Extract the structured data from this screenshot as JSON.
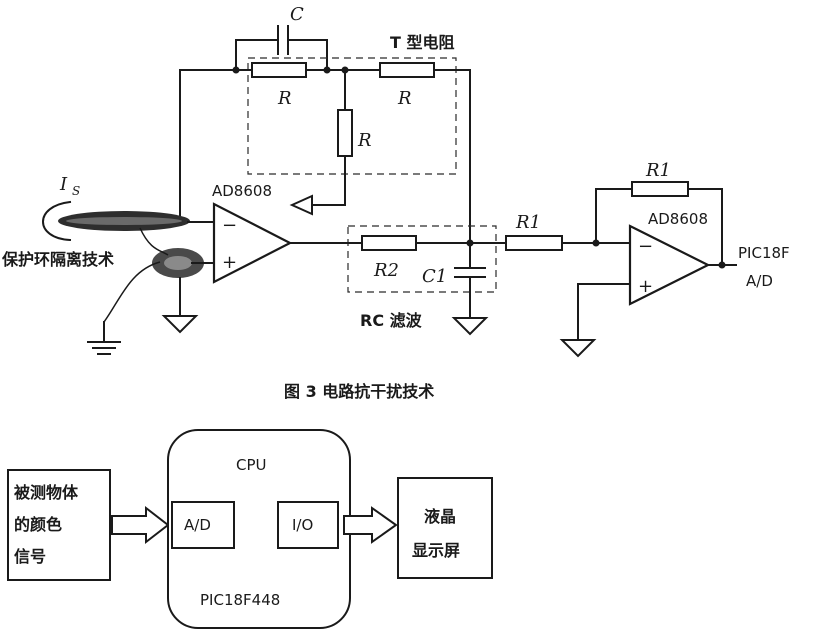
{
  "circuit": {
    "capacitor_feedback": "C",
    "t_network_title": "T 型电阻",
    "resistor_r": "R",
    "current_source": "I",
    "current_sub": "S",
    "opamp1": "AD8608",
    "guard_ring": "保护环隔离技术",
    "r2": "R2",
    "c1": "C1",
    "rc_filter": "RC 滤波",
    "r1": "R1",
    "opamp2": "AD8608",
    "output_line1": "PIC18F",
    "output_line2": "A/D",
    "minus": "−",
    "plus": "+",
    "caption": "图 3  电路抗干扰技术"
  },
  "block": {
    "signal_line1": "被测物体",
    "signal_line2": "的颜色",
    "signal_line3": "信号",
    "cpu_label": "CPU",
    "ad_port": "A/D",
    "io_port": "I/O",
    "mcu_name": "PIC18F448",
    "lcd_line1": "液晶",
    "lcd_line2": "显示屏"
  }
}
